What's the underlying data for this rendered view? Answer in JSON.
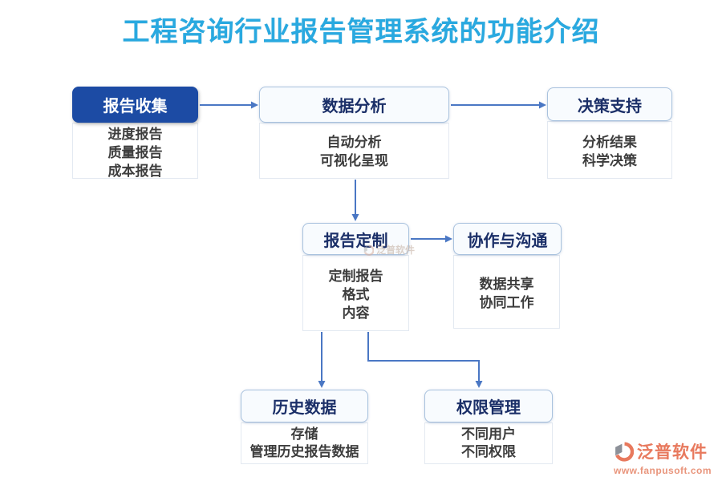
{
  "title": "工程咨询行业报告管理系统的功能介绍",
  "colors": {
    "title_blue": "#29a9e0",
    "primary_node_blue": "#1c4ba4",
    "node_border_blue": "#a9c2de",
    "header_text_navy": "#1b2f68",
    "desc_text_gray": "#3d3d3d",
    "arrow_blue": "#4a77c4",
    "watermark_salmon": "#e8795d"
  },
  "nodes": [
    {
      "id": "report-collection",
      "label": "报告收集",
      "items": [
        "进度报告",
        "质量报告",
        "成本报告"
      ]
    },
    {
      "id": "data-analysis",
      "label": "数据分析",
      "items": [
        "自动分析",
        "可视化呈现"
      ]
    },
    {
      "id": "decision-support",
      "label": "决策支持",
      "items": [
        "分析结果",
        "科学决策"
      ]
    },
    {
      "id": "report-customization",
      "label": "报告定制",
      "items": [
        "定制报告",
        "格式",
        "内容"
      ]
    },
    {
      "id": "collaboration",
      "label": "协作与沟通",
      "items": [
        "数据共享",
        "协同工作"
      ]
    },
    {
      "id": "historical-data",
      "label": "历史数据",
      "items": [
        "存储",
        "管理历史报告数据"
      ]
    },
    {
      "id": "permission-management",
      "label": "权限管理",
      "items": [
        "不同用户",
        "不同权限"
      ]
    }
  ],
  "edges": [
    {
      "from": "report-collection",
      "to": "data-analysis"
    },
    {
      "from": "data-analysis",
      "to": "decision-support"
    },
    {
      "from": "data-analysis",
      "to": "report-customization"
    },
    {
      "from": "report-customization",
      "to": "collaboration"
    },
    {
      "from": "report-customization",
      "to": "historical-data"
    },
    {
      "from": "report-customization",
      "to": "permission-management"
    }
  ],
  "watermark": {
    "brand": "泛普软件",
    "url": "www.fanpusoft.com"
  },
  "center_watermark": {
    "brand": "泛普软件"
  }
}
